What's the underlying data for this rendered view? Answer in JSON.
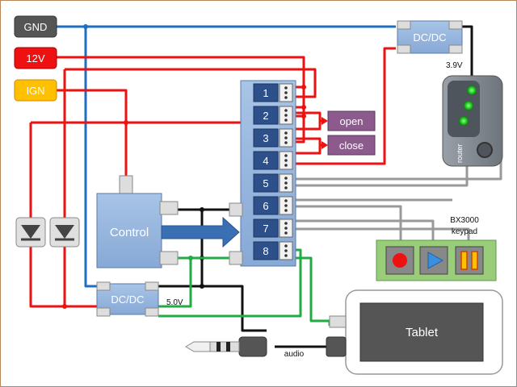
{
  "inputs": {
    "gnd": {
      "label": "GND",
      "color": "#555555"
    },
    "v12": {
      "label": "12V",
      "color": "#ee1111"
    },
    "ign": {
      "label": "IGN",
      "color": "#ffc000"
    }
  },
  "relays": [
    "1",
    "2",
    "3",
    "4",
    "5",
    "6",
    "7",
    "8"
  ],
  "control_label": "Control",
  "dcdc_top_label": "DC/DC",
  "dcdc_bottom_label": "DC/DC",
  "voltage_top": "3.9V",
  "voltage_bottom": "5.0V",
  "open_label": "open",
  "close_label": "close",
  "router_label": "router",
  "keypad_label": [
    "BX3000",
    "keypad"
  ],
  "tablet_label": "Tablet",
  "audio_label": "audio",
  "wire_colors": {
    "gnd": "#1f6fc0",
    "power": "#ee1111",
    "signal": "#888888",
    "black": "#111111",
    "green": "#22aa44"
  }
}
